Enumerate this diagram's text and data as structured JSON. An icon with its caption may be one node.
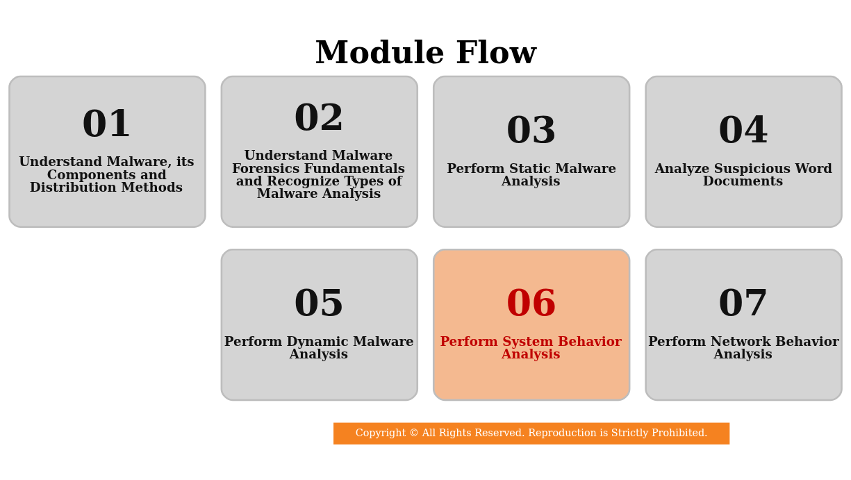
{
  "diagram": {
    "title": "Module Flow",
    "nodes": [
      {
        "text": [
          "01",
          "Understand Malware, its Components and Distribution Methods"
        ]
      },
      {
        "text": [
          "02",
          "Understand Malware Forensics Fundamentals and Recognize Types of Malware Analysis"
        ]
      },
      {
        "text": [
          "03",
          "Perform Static Malware Analysis"
        ]
      },
      {
        "text": [
          "04",
          "Analyze Suspicious Word Documents"
        ]
      },
      {
        "text": [
          "05",
          "Perform Dynamic Malware Analysis"
        ]
      },
      {
        "text": [
          "06",
          "Perform System Behavior Analysis"
        ]
      },
      {
        "text": [
          "07",
          "Perform Network Behavior Analysis"
        ]
      }
    ],
    "labels": [
      "Copyright © All Rights Reserved. Reproduction is Strictly Prohibited."
    ]
  }
}
